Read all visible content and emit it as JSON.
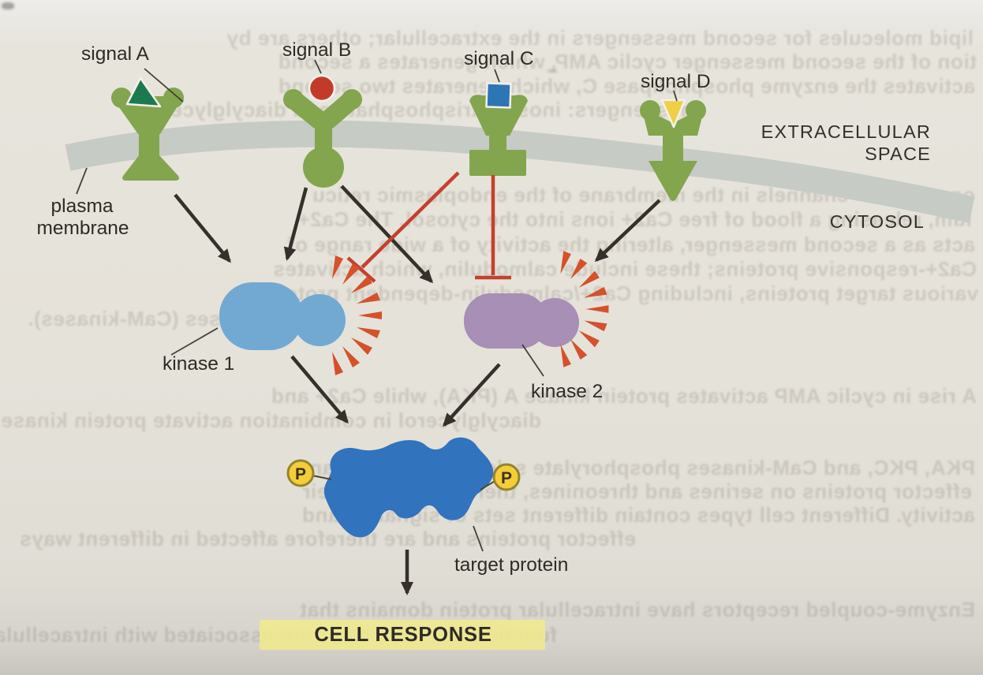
{
  "figure": {
    "title_semantic": "intracellular signaling network integrating four extracellular signals",
    "signals": [
      {
        "id": "A",
        "label": "signal A",
        "ligand_shape": "triangle",
        "color": "#1d7a50"
      },
      {
        "id": "B",
        "label": "signal B",
        "ligand_shape": "circle",
        "color": "#c23b2a"
      },
      {
        "id": "C",
        "label": "signal C",
        "ligand_shape": "square",
        "color": "#2e75b5"
      },
      {
        "id": "D",
        "label": "signal D",
        "ligand_shape": "triangle-down",
        "color": "#f0cf45"
      }
    ],
    "regions": {
      "extracellular_line1": "EXTRACELLULAR",
      "extracellular_line2": "SPACE",
      "cytosol": "CYTOSOL"
    },
    "membrane": {
      "label_line1": "plasma",
      "label_line2": "membrane"
    },
    "kinases": [
      {
        "label": "kinase 1",
        "color": "#72a9d3"
      },
      {
        "label": "kinase 2",
        "color": "#a78fb5"
      }
    ],
    "target": {
      "label": "target protein",
      "phosphate_letter": "P"
    },
    "response": {
      "label": "CELL RESPONSE"
    },
    "network": {
      "edges": [
        {
          "from": "signal A receptor",
          "to": "kinase 1",
          "effect": "activates"
        },
        {
          "from": "signal B receptor",
          "to": "kinase 1",
          "effect": "activates"
        },
        {
          "from": "signal B receptor",
          "to": "kinase 2",
          "effect": "activates"
        },
        {
          "from": "signal C receptor",
          "to": "kinase 1",
          "effect": "inhibits"
        },
        {
          "from": "signal C receptor",
          "to": "kinase 2",
          "effect": "inhibits"
        },
        {
          "from": "signal D receptor",
          "to": "kinase 2",
          "effect": "activates"
        },
        {
          "from": "kinase 1",
          "to": "target protein",
          "effect": "phosphorylates"
        },
        {
          "from": "kinase 2",
          "to": "target protein",
          "effect": "phosphorylates"
        },
        {
          "from": "target protein",
          "to": "CELL RESPONSE",
          "effect": "produces"
        }
      ]
    }
  },
  "colors": {
    "receptor_green": "#83a54e",
    "signal_a_green": "#1d7a50",
    "signal_b_red": "#c23b2a",
    "signal_c_blue": "#2e75b5",
    "signal_d_yellow": "#f0cf45",
    "kinase1_blue": "#72a9d3",
    "kinase2_purple": "#a78fb5",
    "target_blue": "#3173bd",
    "burst_orange": "#d4512a",
    "inhibit_red": "#c5402d",
    "arrow_black": "#35302c",
    "membrane_gray": "#c6cbc5",
    "highlight_yellow": "#efe98f",
    "phosphate_fill": "#f4cd3a",
    "phosphate_stroke": "#95832a"
  },
  "bleedthrough": {
    "lines": [
      "lipid molecules for second messengers in the extracellular; others are by",
      "tion of the second messenger cyclic AMP, which generates a second",
      "activates the enzyme phospholipase C, which generates two second",
      "messengers: inositol trisphosphate and diacylglycerol",
      "opens Ca2+ channels in the membrane of the endoplasmic reticu",
      "lum, releasing a flood of free Ca2+ ions into the cytosol. The Ca2+",
      "acts as a second messenger, altering the activity of a wide range of",
      "Ca2+-responsive proteins; these include calmodulin, which activates",
      "various target proteins, including Ca2+/calmodulin-dependent protein",
      "kinases (CaM-kinases).",
      "A rise in cyclic AMP activates protein kinase A (PKA), while Ca2+ and",
      "diacylglycerol in combination activate protein kinase C (PKC).",
      "PKA, PKC, and CaM-kinases phosphorylate selected signaling and",
      "effector proteins on serines and threonines, thereby altering their",
      "activity. Different cell types contain different sets of signaling and",
      "effector proteins and are therefore affected in different ways",
      "Enzyme-coupled receptors have intracellular protein domains that",
      "function as enzymes or are associated with intracellular enzymes."
    ]
  }
}
